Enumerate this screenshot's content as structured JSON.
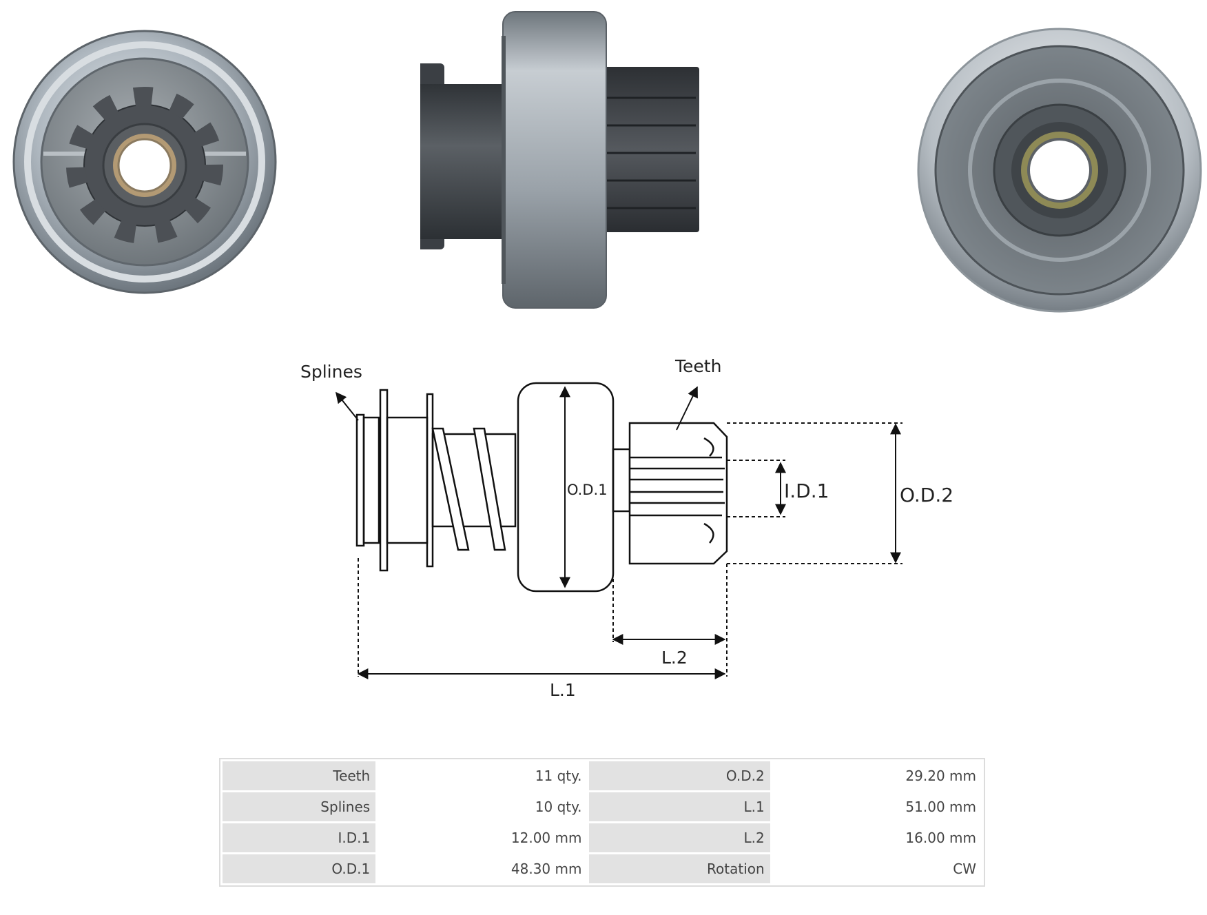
{
  "diagram": {
    "label_splines": "Splines",
    "label_teeth": "Teeth",
    "label_od1": "O.D.1",
    "label_id1": "I.D.1",
    "label_od2": "O.D.2",
    "label_l1": "L.1",
    "label_l2": "L.2"
  },
  "specs": [
    {
      "k1": "Teeth",
      "v1": "11 qty.",
      "k2": "O.D.2",
      "v2": "29.20 mm"
    },
    {
      "k1": "Splines",
      "v1": "10 qty.",
      "k2": "L.1",
      "v2": "51.00 mm"
    },
    {
      "k1": "I.D.1",
      "v1": "12.00 mm",
      "k2": "L.2",
      "v2": "16.00 mm"
    },
    {
      "k1": "O.D.1",
      "v1": "48.30 mm",
      "k2": "Rotation",
      "v2": "CW"
    }
  ],
  "colors": {
    "steel_light": "#c9d0d6",
    "steel_mid": "#8e979f",
    "steel_dark": "#4a5157",
    "pinion_dark": "#3d4145",
    "bushing": "#b39a74",
    "table_key_bg": "#e2e2e2"
  },
  "icons": [
    "starter-drive-front-photo",
    "starter-drive-side-photo",
    "starter-drive-back-photo"
  ]
}
